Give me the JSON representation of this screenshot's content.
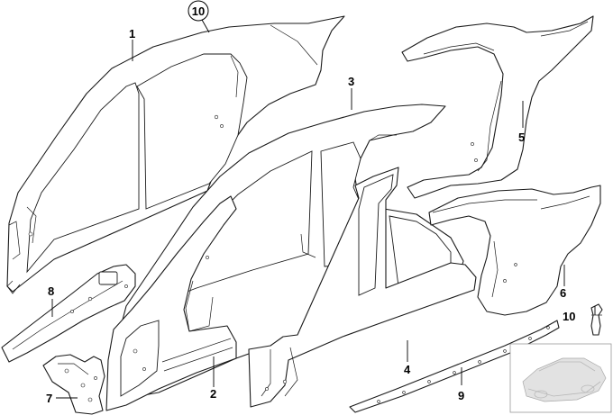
{
  "parts": [
    {
      "id": "label-1",
      "text": "1"
    },
    {
      "id": "label-2",
      "text": "2"
    },
    {
      "id": "label-3",
      "text": "3"
    },
    {
      "id": "label-4",
      "text": "4"
    },
    {
      "id": "label-5",
      "text": "5"
    },
    {
      "id": "label-6",
      "text": "6"
    },
    {
      "id": "label-7",
      "text": "7"
    },
    {
      "id": "label-8",
      "text": "8"
    },
    {
      "id": "label-9",
      "text": "9"
    },
    {
      "id": "label-10",
      "text": "10"
    }
  ],
  "callout_top": "10"
}
